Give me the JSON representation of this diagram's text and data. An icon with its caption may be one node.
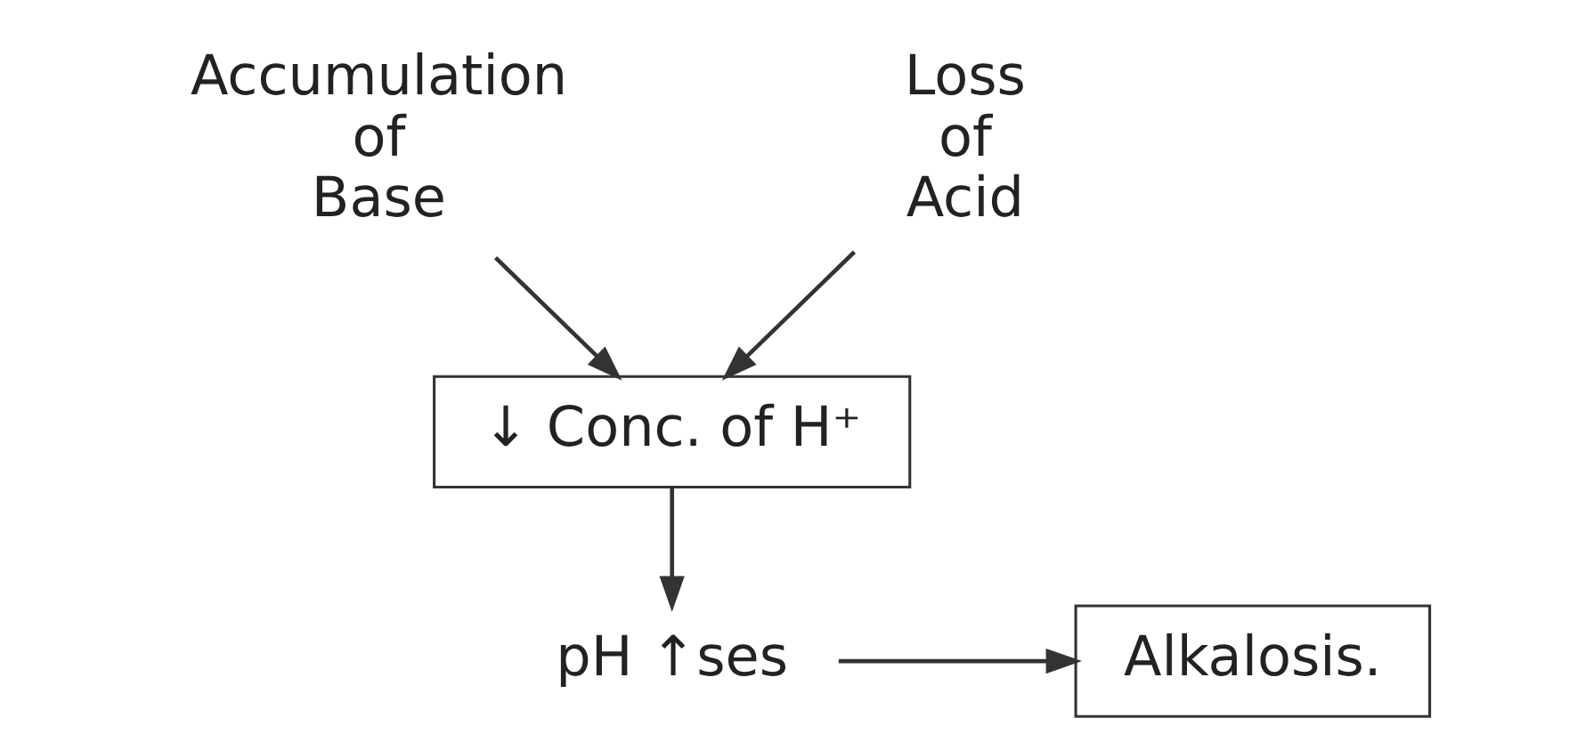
{
  "diagram": {
    "nodes": [
      {
        "text": [
          "Accumulation of Base"
        ]
      },
      {
        "text": [
          "Loss of Acid"
        ]
      },
      {
        "text": [
          "↓ Conc. of H⁺"
        ]
      },
      {
        "text": [
          "pH ↑ses"
        ]
      },
      {
        "text": [
          "Alkalosis."
        ]
      }
    ],
    "edges": [
      {
        "from": 0,
        "to": 2,
        "arrow": "to"
      },
      {
        "from": 1,
        "to": 2,
        "arrow": "to"
      },
      {
        "from": 2,
        "to": 3,
        "arrow": "to"
      },
      {
        "from": 3,
        "to": 4,
        "arrow": "to"
      }
    ]
  }
}
